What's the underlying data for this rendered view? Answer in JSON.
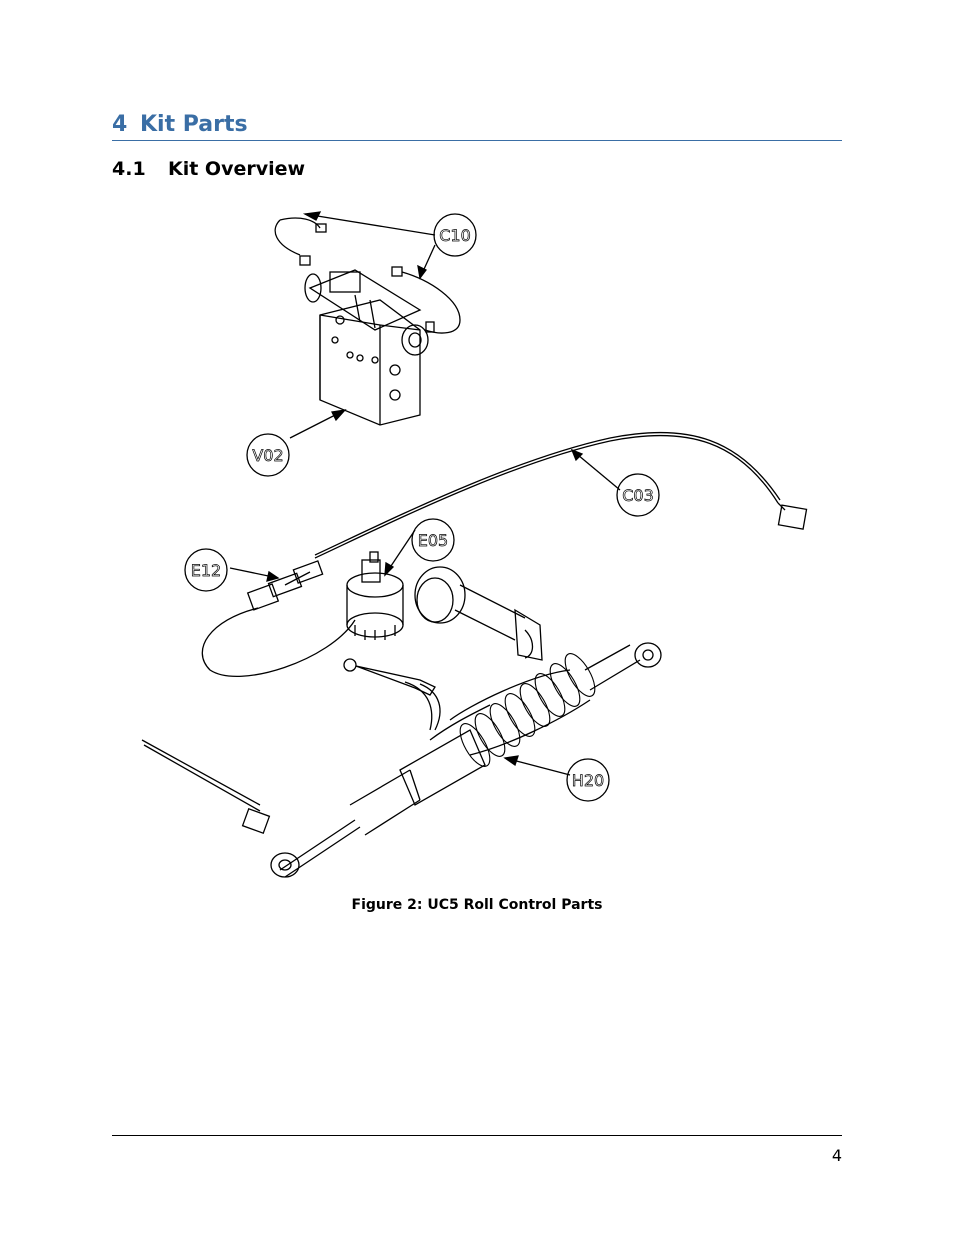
{
  "section": {
    "number": "4",
    "title": "Kit Parts"
  },
  "subsection": {
    "number": "4.1",
    "title": "Kit Overview"
  },
  "figure": {
    "caption": "Figure 2: UC5 Roll Control Parts",
    "callouts": {
      "c10": "C10",
      "v02": "V02",
      "c03": "C03",
      "e05": "E05",
      "e12": "E12",
      "h20": "H20"
    }
  },
  "footer": {
    "page_number": "4"
  }
}
